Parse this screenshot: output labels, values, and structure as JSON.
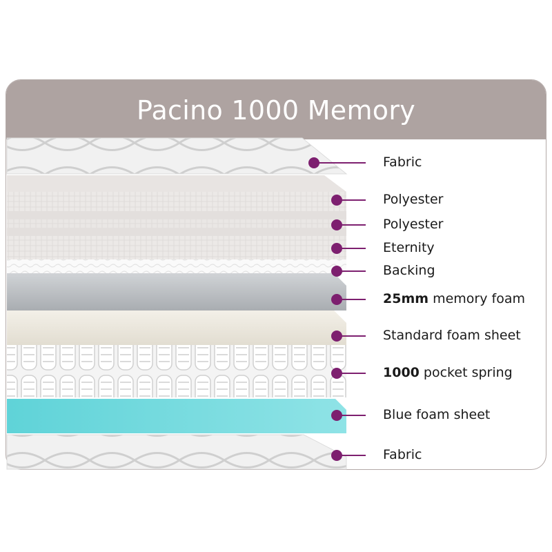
{
  "title": "Pacino 1000 Memory",
  "colors": {
    "header": "#aea3a1",
    "marker": "#7d1f6f",
    "blue_foam": "#6fd8dc",
    "memory_foam": "#b9bcbf",
    "standard_foam": "#ece8de"
  },
  "layers": [
    {
      "key": "fabric_top",
      "bold": "",
      "text": "Fabric"
    },
    {
      "key": "polyester_1",
      "bold": "",
      "text": "Polyester"
    },
    {
      "key": "polyester_2",
      "bold": "",
      "text": "Polyester"
    },
    {
      "key": "eternity",
      "bold": "",
      "text": "Eternity"
    },
    {
      "key": "backing",
      "bold": "",
      "text": "Backing"
    },
    {
      "key": "memory_foam",
      "bold": "25mm",
      "text": " memory foam"
    },
    {
      "key": "standard_foam",
      "bold": "",
      "text": "Standard foam sheet"
    },
    {
      "key": "pocket_spring",
      "bold": "1000",
      "text": " pocket spring"
    },
    {
      "key": "blue_foam",
      "bold": "",
      "text": "Blue foam sheet"
    },
    {
      "key": "fabric_bottom",
      "bold": "",
      "text": "Fabric"
    }
  ]
}
